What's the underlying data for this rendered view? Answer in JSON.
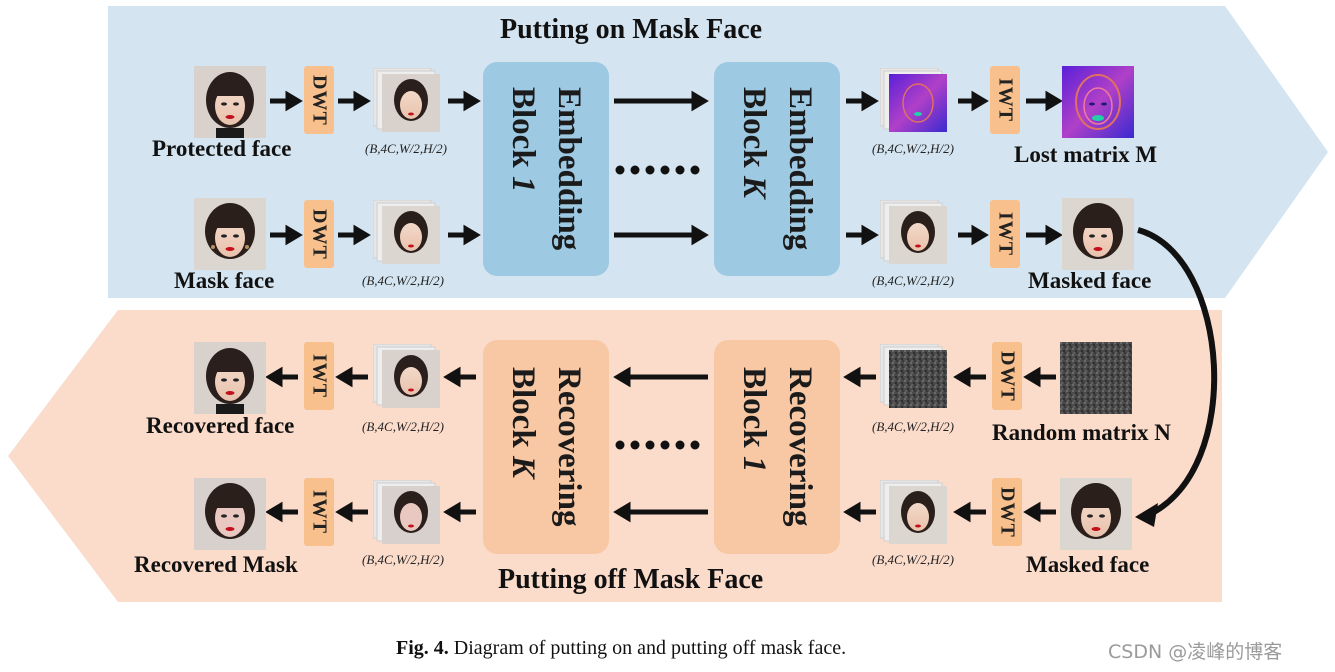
{
  "top_section": {
    "title": "Putting on Mask Face",
    "protected_face_label": "Protected face",
    "mask_face_label": "Mask face",
    "lost_matrix_label": "Lost matrix M",
    "masked_face_label": "Masked face",
    "dwt_label": "DWT",
    "iwt_label": "IWT",
    "block_first": {
      "line1": "Embedding",
      "line2": "Block ",
      "index": "1"
    },
    "block_last": {
      "line1": "Embedding",
      "line2": "Block ",
      "index": "K"
    },
    "dots": "......",
    "shape": "(B,4C,W/2,H/2)"
  },
  "bottom_section": {
    "title": "Putting off Mask Face",
    "recovered_face_label": "Recovered face",
    "recovered_mask_label": "Recovered Mask",
    "random_matrix_label": "Random matrix N",
    "masked_face_label": "Masked face",
    "dwt_label": "DWT",
    "iwt_label": "IWT",
    "block_first": {
      "line1": "Recovering",
      "line2": "Block ",
      "index": "K"
    },
    "block_last": {
      "line1": "Recovering",
      "line2": "Block ",
      "index": "1"
    },
    "dots": "......",
    "shape": "(B,4C,W/2,H/2)"
  },
  "colors": {
    "top_banner": "#d4e5f1",
    "bottom_banner": "#fbdccb",
    "embedding_block": "#9ec9e3",
    "recovering_block": "#f8c8a4",
    "transform_tag": "#f8c08c"
  },
  "caption": {
    "fig": "Fig. 4.",
    "text": " Diagram of putting on and putting off mask face."
  },
  "watermark": "CSDN @凌峰的博客"
}
